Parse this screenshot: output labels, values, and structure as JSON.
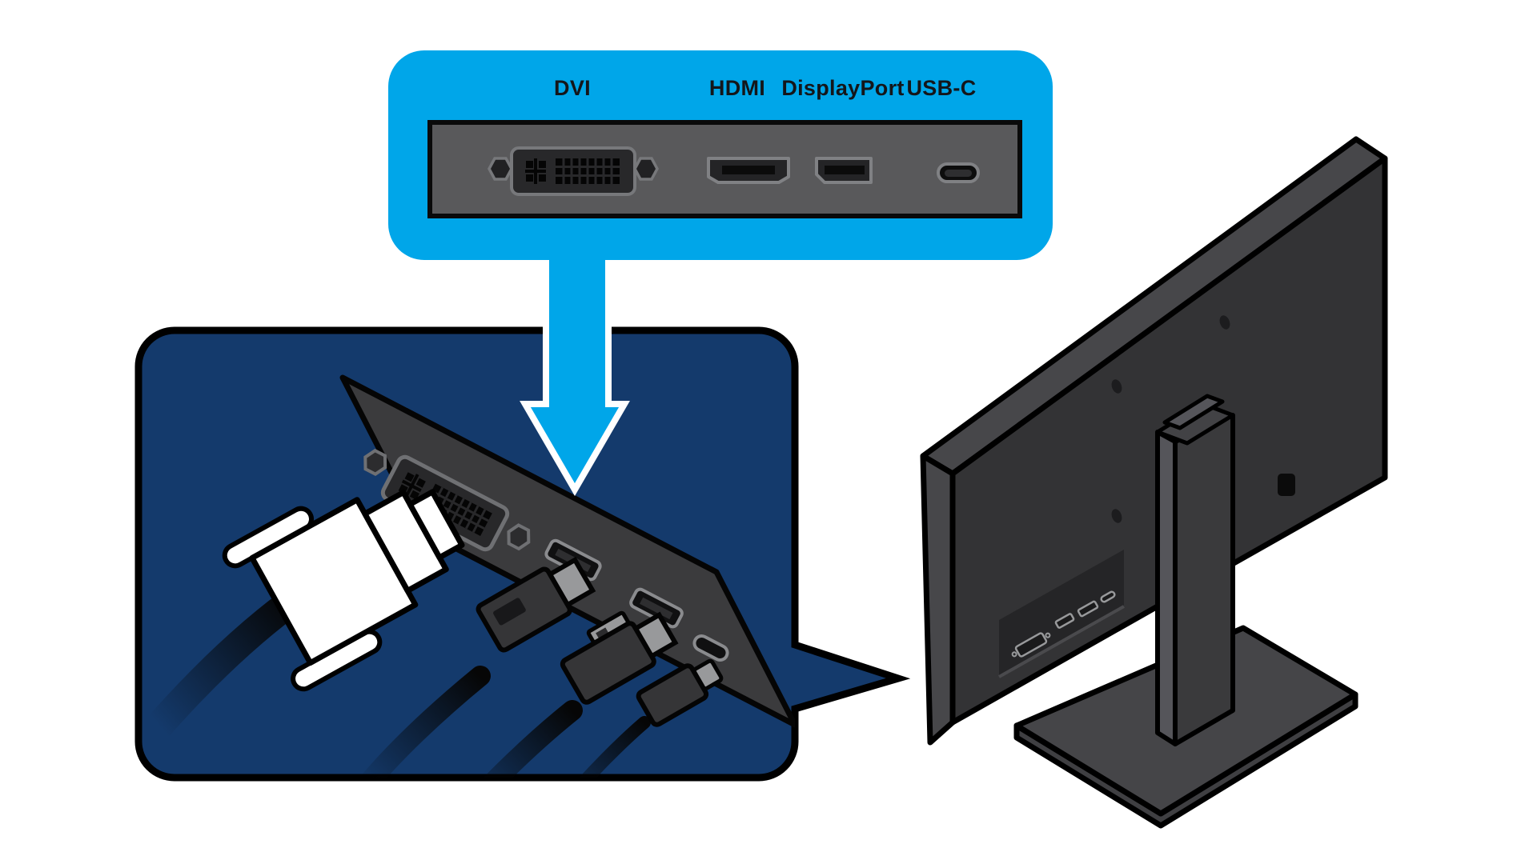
{
  "title": "Monitor video connection diagram",
  "colors": {
    "accent_blue": "#00A6E9",
    "navy": "#143A6C",
    "strip_gray": "#59595B",
    "bracket_gray": "#3B3B3D",
    "monitor_back": "#333335",
    "monitor_edge": "#47474A",
    "outline": "#000000",
    "connector_gray": "#353537",
    "connector_tip": "#98999B",
    "white": "#FFFFFF"
  },
  "callout": {
    "port_labels": [
      {
        "id": "dvi",
        "label": "DVI"
      },
      {
        "id": "hdmi",
        "label": "HDMI"
      },
      {
        "id": "displayport",
        "label": "DisplayPort"
      },
      {
        "id": "usbc",
        "label": "USB-C"
      }
    ]
  }
}
